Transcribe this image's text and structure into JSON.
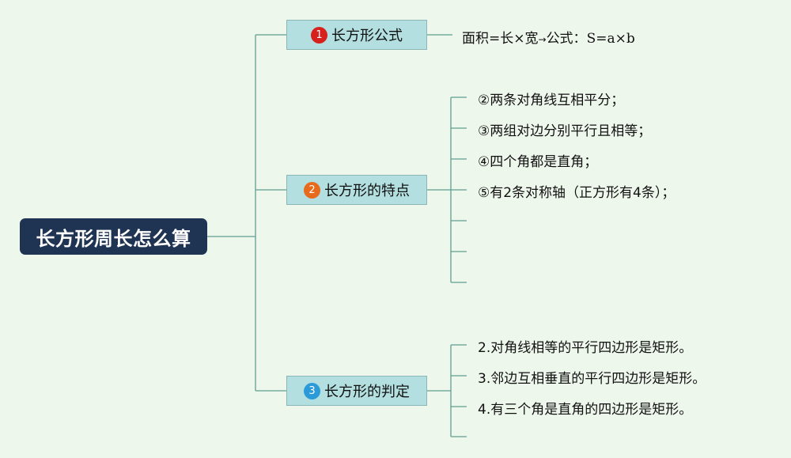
{
  "root": {
    "title": "长方形周长怎么算"
  },
  "branches": [
    {
      "number": "1",
      "label": "长方形公式",
      "badge_color": "#d7211c"
    },
    {
      "number": "2",
      "label": "长方形的特点",
      "badge_color": "#e86a1c"
    },
    {
      "number": "3",
      "label": "长方形的判定",
      "badge_color": "#2b9ad8"
    }
  ],
  "formula": {
    "prefix": "面积=长×宽",
    "arrow": "→",
    "middle": "公式：",
    "expr": "S=a×b"
  },
  "features": [
    "②两条对角线互相平分；",
    "③两组对边分别平行且相等；",
    "④四个角都是直角；",
    "⑤有2条对称轴（正方形有4条）；"
  ],
  "criteria": [
    "2.对角线相等的平行四边形是矩形。",
    "3.邻边互相垂直的平行四边形是矩形。",
    "4.有三个角是直角的四边形是矩形。"
  ],
  "colors": {
    "line": "#5f9e93",
    "root_bg": "#1f3352",
    "branch_bg": "#b3dfe0",
    "background": "#eef7ec"
  }
}
